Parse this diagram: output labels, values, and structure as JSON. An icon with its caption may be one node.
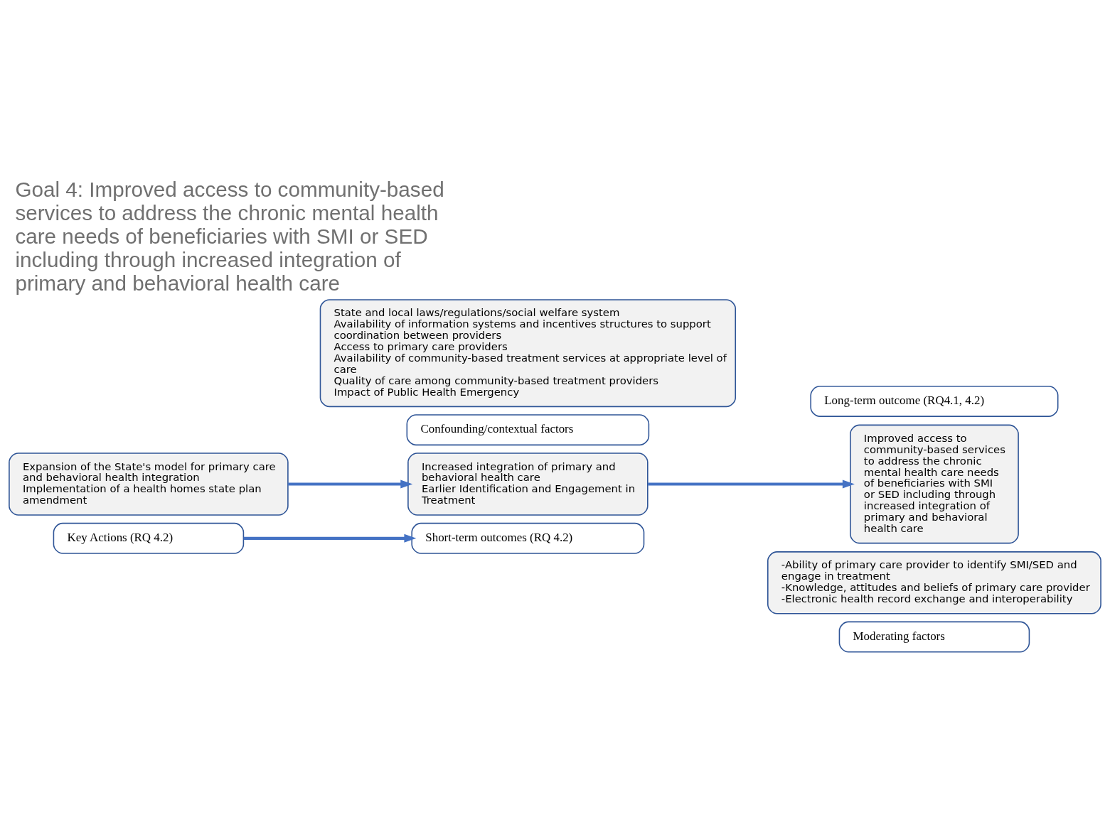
{
  "diagram": {
    "title": "Goal 4: Improved access to community-based services to address the chronic mental health care needs of beneficiaries with SMI or SED including through increased integration of primary and behavioral health care",
    "nodes": [
      {
        "text": [
          "Moderating factors"
        ]
      },
      {
        "text": [
          "-Ability of primary care provider to identify SMI/SED and engage in treatment",
          "-Knowledge, attitudes and beliefs of primary care provider",
          "-Electronic health record exchange and interoperability"
        ]
      },
      {
        "text": [
          "Key Actions (RQ 4.2)"
        ]
      },
      {
        "text": [
          "Expansion of the State's model for primary care and behavioral health integration",
          "Implementation of a health homes state plan amendment"
        ]
      },
      {
        "text": [
          "Short-term outcomes (RQ 4.2)"
        ]
      },
      {
        "text": [
          "Increased integration of primary and behavioral health care",
          "Earlier Identification and Engagement in Treatment"
        ]
      },
      {
        "text": [
          "Long-term outcome (RQ4.1, 4.2)"
        ]
      },
      {
        "text": [
          "Improved access to community-based services to address the chronic mental health care needs of beneficiaries with SMI or SED including through increased integration of primary and behavioral health care"
        ]
      },
      {
        "text": [
          "Confounding/contextual factors"
        ]
      },
      {
        "text": [
          "State and local laws/regulations/social welfare system",
          "Availability of information systems and incentives structures to support coordination between providers",
          "Access to primary care providers",
          "Availability of community-based treatment services at appropriate level of care",
          "Quality of care among community-based treatment providers",
          "Impact of Public Health Emergency"
        ]
      }
    ],
    "edges": [
      {
        "from": 2,
        "to": 4,
        "arrow": "to"
      },
      {
        "from": 3,
        "to": 5,
        "arrow": "to"
      },
      {
        "from": 5,
        "to": 7,
        "arrow": "to"
      }
    ]
  }
}
